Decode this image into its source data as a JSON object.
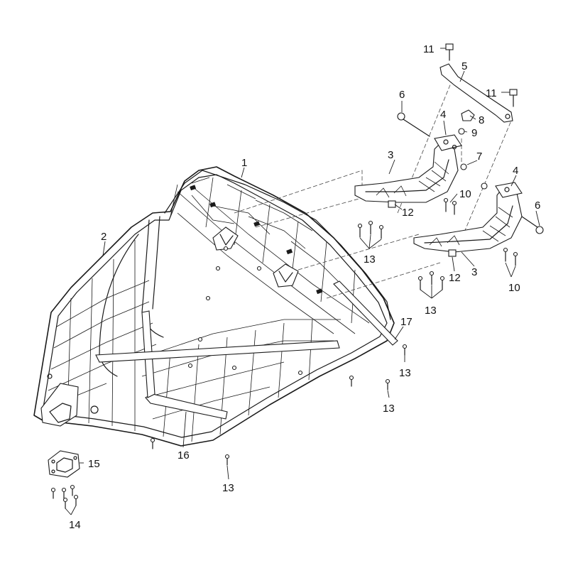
{
  "callouts": {
    "c1": "1",
    "c2": "2",
    "c3a": "3",
    "c3b": "3",
    "c4a": "4",
    "c4b": "4",
    "c5": "5",
    "c6a": "6",
    "c6b": "6",
    "c7": "7",
    "c8": "8",
    "c9": "9",
    "c10a": "10",
    "c10b": "10",
    "c11a": "11",
    "c11b": "11",
    "c12a": "12",
    "c12b": "12",
    "c13a": "13",
    "c13b": "13",
    "c13c": "13",
    "c13d": "13",
    "c13e": "13",
    "c14": "14",
    "c15": "15",
    "c16": "16",
    "c17": "17"
  }
}
